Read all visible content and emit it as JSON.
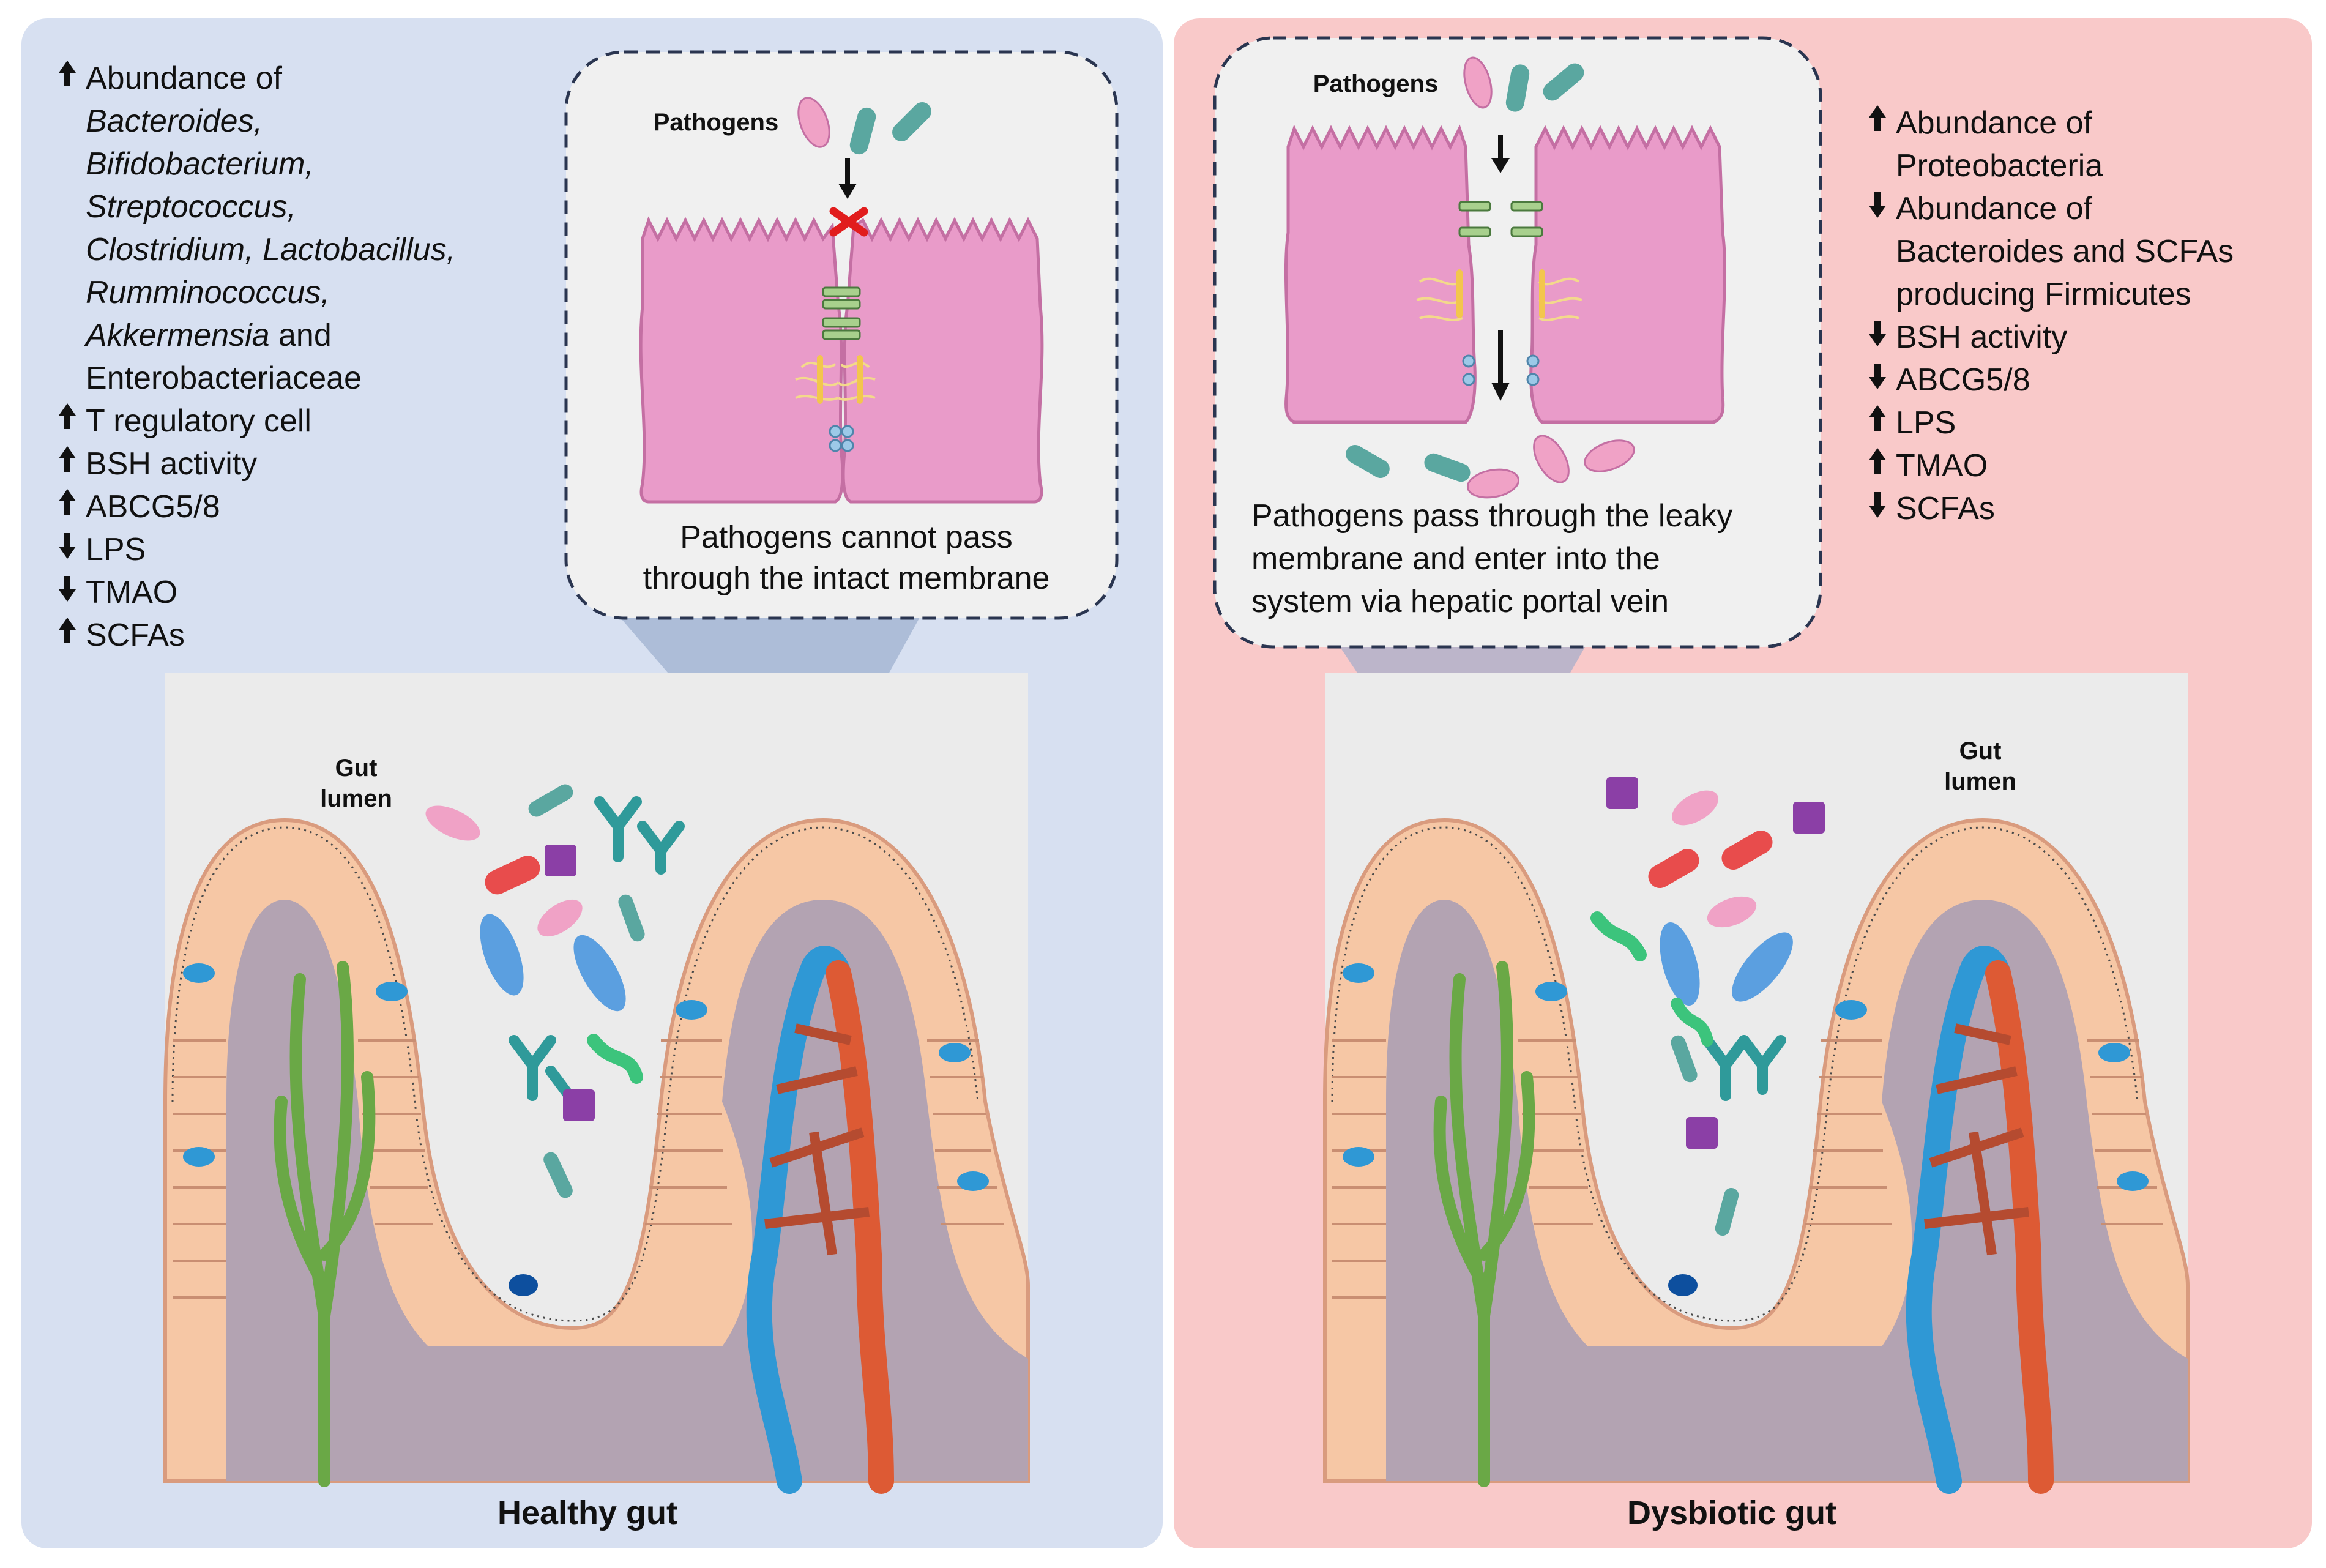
{
  "colors": {
    "healthy_bg": "#d7e0f1",
    "dysbiotic_bg": "#f9c9c9",
    "callout_bg": "#f0f0f0",
    "villus_cell": "#f6c7a5",
    "lamina": "#b3a3b2",
    "enterocyte_pink": "#e99bc9",
    "lacteal_green": "#7fb45a",
    "vein_blue": "#2f98d5",
    "artery_red": "#dd5a34"
  },
  "healthy": {
    "caption": "Healthy gut",
    "lumen_label": [
      "Gut",
      "lumen"
    ],
    "callout": {
      "pathogens_label": "Pathogens",
      "text": [
        "Pathogens cannot pass",
        "through the intact membrane"
      ]
    },
    "list": [
      {
        "dir": "up",
        "lines": [
          [
            {
              "t": "Abundance of",
              "i": false
            }
          ],
          [
            {
              "t": "Bacteroides,",
              "i": true
            }
          ],
          [
            {
              "t": "Bifidobacterium,",
              "i": true
            }
          ],
          [
            {
              "t": "Streptococcus,",
              "i": true
            }
          ],
          [
            {
              "t": "Clostridium, Lactobacillus,",
              "i": true
            }
          ],
          [
            {
              "t": "Rumminococcus,",
              "i": true
            }
          ],
          [
            {
              "t": "Akkermensia",
              "i": true
            },
            {
              "t": " and",
              "i": false
            }
          ],
          [
            {
              "t": "Enterobacteriaceae",
              "i": false
            }
          ]
        ]
      },
      {
        "dir": "up",
        "lines": [
          [
            {
              "t": "T regulatory cell",
              "i": false
            }
          ]
        ]
      },
      {
        "dir": "up",
        "lines": [
          [
            {
              "t": "BSH activity",
              "i": false
            }
          ]
        ]
      },
      {
        "dir": "up",
        "lines": [
          [
            {
              "t": "ABCG5/8",
              "i": false
            }
          ]
        ]
      },
      {
        "dir": "down",
        "lines": [
          [
            {
              "t": "LPS",
              "i": false
            }
          ]
        ]
      },
      {
        "dir": "down",
        "lines": [
          [
            {
              "t": "TMAO",
              "i": false
            }
          ]
        ]
      },
      {
        "dir": "up",
        "lines": [
          [
            {
              "t": "SCFAs",
              "i": false
            }
          ]
        ]
      }
    ]
  },
  "dysbiotic": {
    "caption": "Dysbiotic gut",
    "lumen_label": [
      "Gut",
      "lumen"
    ],
    "callout": {
      "pathogens_label": "Pathogens",
      "text": [
        "Pathogens pass through the leaky",
        "membrane and enter into the",
        "system via hepatic portal vein"
      ]
    },
    "list": [
      {
        "dir": "up",
        "lines": [
          [
            {
              "t": "Abundance of",
              "i": false
            }
          ],
          [
            {
              "t": "Proteobacteria",
              "i": false
            }
          ]
        ]
      },
      {
        "dir": "down",
        "lines": [
          [
            {
              "t": "Abundance of",
              "i": false
            }
          ],
          [
            {
              "t": "Bacteroides and SCFAs",
              "i": false
            }
          ],
          [
            {
              "t": "producing Firmicutes",
              "i": false
            }
          ]
        ]
      },
      {
        "dir": "down",
        "lines": [
          [
            {
              "t": "BSH activity",
              "i": false
            }
          ]
        ]
      },
      {
        "dir": "down",
        "lines": [
          [
            {
              "t": "ABCG5/8",
              "i": false
            }
          ]
        ]
      },
      {
        "dir": "up",
        "lines": [
          [
            {
              "t": "LPS",
              "i": false
            }
          ]
        ]
      },
      {
        "dir": "up",
        "lines": [
          [
            {
              "t": "TMAO",
              "i": false
            }
          ]
        ]
      },
      {
        "dir": "down",
        "lines": [
          [
            {
              "t": "SCFAs",
              "i": false
            }
          ]
        ]
      }
    ]
  }
}
